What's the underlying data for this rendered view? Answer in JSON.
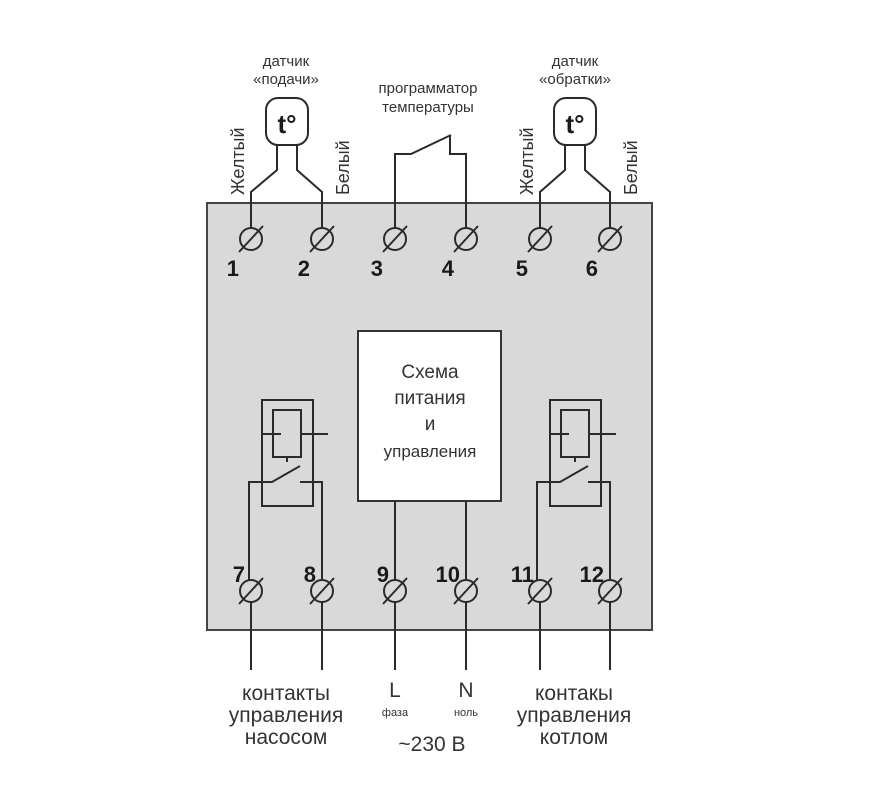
{
  "colors": {
    "housing": "#d9d9d9",
    "housing_border": "#444444",
    "wire": "#2b2b2b",
    "text": "#333333",
    "block_fill": "#ffffff"
  },
  "sensors": [
    {
      "title_line1": "датчик",
      "title_line2": "«подачи»",
      "symbol": "t°",
      "left_wire": "Желтый",
      "right_wire": "Белый"
    },
    {
      "title_line1": "датчик",
      "title_line2": "«обратки»",
      "symbol": "t°",
      "left_wire": "Желтый",
      "right_wire": "Белый"
    }
  ],
  "programmer": {
    "line1": "программатор",
    "line2": "температуры"
  },
  "terminals_top": [
    "1",
    "2",
    "3",
    "4",
    "5",
    "6"
  ],
  "terminals_bottom": [
    "7",
    "8",
    "9",
    "10",
    "11",
    "12"
  ],
  "control_block": {
    "line1": "Схема",
    "line2": "питания",
    "line3": "и",
    "line4": "управления"
  },
  "bottom_labels": {
    "pump": {
      "line1": "контакты",
      "line2": "управления",
      "line3": "насосом"
    },
    "phase": {
      "letter": "L",
      "caption": "фаза"
    },
    "neutral": {
      "letter": "N",
      "caption": "ноль"
    },
    "voltage": "~230 В",
    "boiler": {
      "line1": "контакы",
      "line2": "управления",
      "line3": "котлом"
    }
  }
}
